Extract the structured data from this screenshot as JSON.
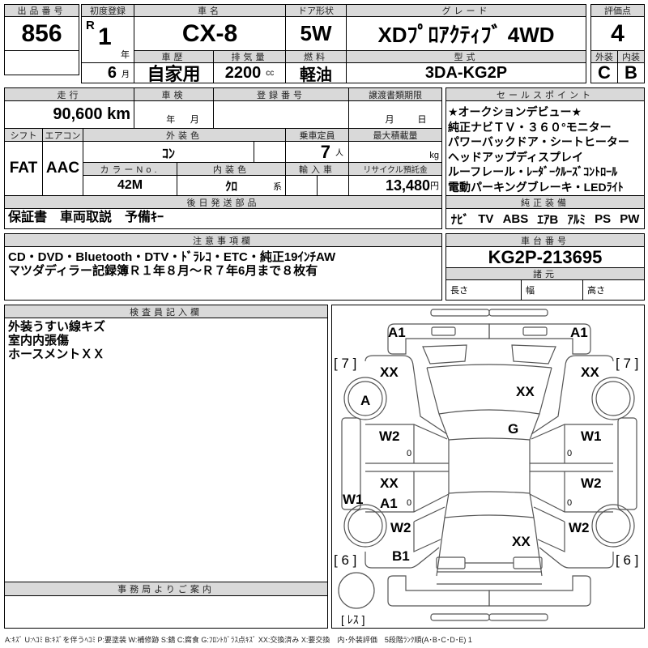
{
  "lot": {
    "label": "出品番号",
    "value": "856"
  },
  "first_reg": {
    "label": "初度登録",
    "era": "R",
    "year": "1",
    "year_unit": "年",
    "month": "6",
    "month_unit": "月"
  },
  "car_name": {
    "label": "車名",
    "value": "CX-8"
  },
  "doors": {
    "label": "ドア形状",
    "value": "5W"
  },
  "grade": {
    "label": "グレード",
    "value": "XDﾌﾟﾛｱｸﾃｨﾌﾞ 4WD"
  },
  "history": {
    "label": "車歴",
    "value": "自家用"
  },
  "displacement": {
    "label": "排気量",
    "value": "2200",
    "unit": "cc"
  },
  "fuel": {
    "label": "燃料",
    "value": "軽油"
  },
  "model_code": {
    "label": "型式",
    "value": "3DA-KG2P"
  },
  "score": {
    "label": "評価点",
    "value": "4",
    "ext_label": "外装",
    "int_label": "内装",
    "ext": "C",
    "int": "B"
  },
  "mileage": {
    "label": "走行",
    "value": "90,600 km"
  },
  "inspection": {
    "label": "車検",
    "year_unit": "年",
    "month_unit": "月"
  },
  "reg_number": {
    "label": "登録番号"
  },
  "transfer_deadline": {
    "label": "譲渡書類期限",
    "month_unit": "月",
    "day_unit": "日"
  },
  "shift": {
    "label": "シフト",
    "value": "FAT"
  },
  "aircon": {
    "label": "エアコン",
    "value": "AAC"
  },
  "ext_color": {
    "label": "外装色",
    "value": "ｺﾝ"
  },
  "capacity": {
    "label": "乗車定員",
    "value": "7",
    "unit": "人"
  },
  "max_load": {
    "label": "最大積載量",
    "unit": "kg"
  },
  "color_no": {
    "label": "カラーNo.",
    "value": "42M"
  },
  "int_color": {
    "label": "内装色",
    "value": "ｸﾛ",
    "unit": "系"
  },
  "import": {
    "label": "輸入車"
  },
  "recycle": {
    "label": "リサイクル預託金",
    "value": "13,480",
    "unit": "円"
  },
  "later_parts": {
    "label": "後日発送部品",
    "value": "保証書　車両取説　予備ｷｰ"
  },
  "sales_points": {
    "label": "セールスポイント",
    "lines": [
      "★オークションデビュー★",
      "純正ナビＴＶ・３６０°モニター",
      "パワーバックドア・シートヒーター",
      "ヘッドアップディスプレイ",
      "ルーフレール・ﾚｰﾀﾞｰｸﾙｰｽﾞｺﾝﾄﾛｰﾙ",
      "電動パーキングブレーキ・LEDﾗｲﾄ"
    ]
  },
  "equipment": {
    "label": "純正装備",
    "items": [
      "ﾅﾋﾞ",
      "TV",
      "ABS",
      "ｴｱB",
      "ｱﾙﾐ",
      "PS",
      "PW"
    ]
  },
  "notes": {
    "label": "注意事項欄",
    "lines": [
      "CD・DVD・Bluetooth・DTV・ﾄﾞﾗﾚｺ・ETC・純正19ｲﾝﾁAW",
      "マツダディラー記録簿Ｒ１年８月～Ｒ７年6月まで８枚有"
    ]
  },
  "chassis": {
    "label": "車台番号",
    "value": "KG2P-213695"
  },
  "specs": {
    "label": "諸元",
    "length": "長さ",
    "width": "幅",
    "height": "高さ"
  },
  "inspector": {
    "label": "検査員記入欄",
    "lines": [
      "外装うすい線キズ",
      "室内内張傷",
      "ホースメントＸＸ"
    ]
  },
  "office": {
    "label": "事務局よりご案内"
  },
  "diagram": {
    "front_left": "A1",
    "front_right": "A1",
    "tread_fl": "[ 7 ]",
    "tread_fr": "[ 7 ]",
    "tread_rl": "[ 6 ]",
    "tread_rr": "[ 6 ]",
    "spare": "[ ﾚｽ ]",
    "fender_fl": "XX",
    "fender_fr": "XX",
    "hood": "XX",
    "wheel_fl": "A",
    "windshield": "G",
    "door_fl": "W2",
    "door_fr": "W1",
    "door_rl_1": "XX",
    "door_rl_2": "A1",
    "door_rr": "W2",
    "sill_l": "W1",
    "quarter_rl": "W2",
    "quarter_rr": "W2",
    "trunk": "XX",
    "rear_l": "B1",
    "zero": "0"
  },
  "legend": "A:ｷｽﾞ U:ﾍｺﾐ B:ｷｽﾞを伴うﾍｺﾐ P:要塗装 W:補修跡 S:錆 C:腐食 G:ﾌﾛﾝﾄｶﾞﾗｽ点ｷｽﾞ XX:交換済み X:要交換　内･外装評価　5段階ﾗﾝｸ順(A･B･C･D･E) 1"
}
